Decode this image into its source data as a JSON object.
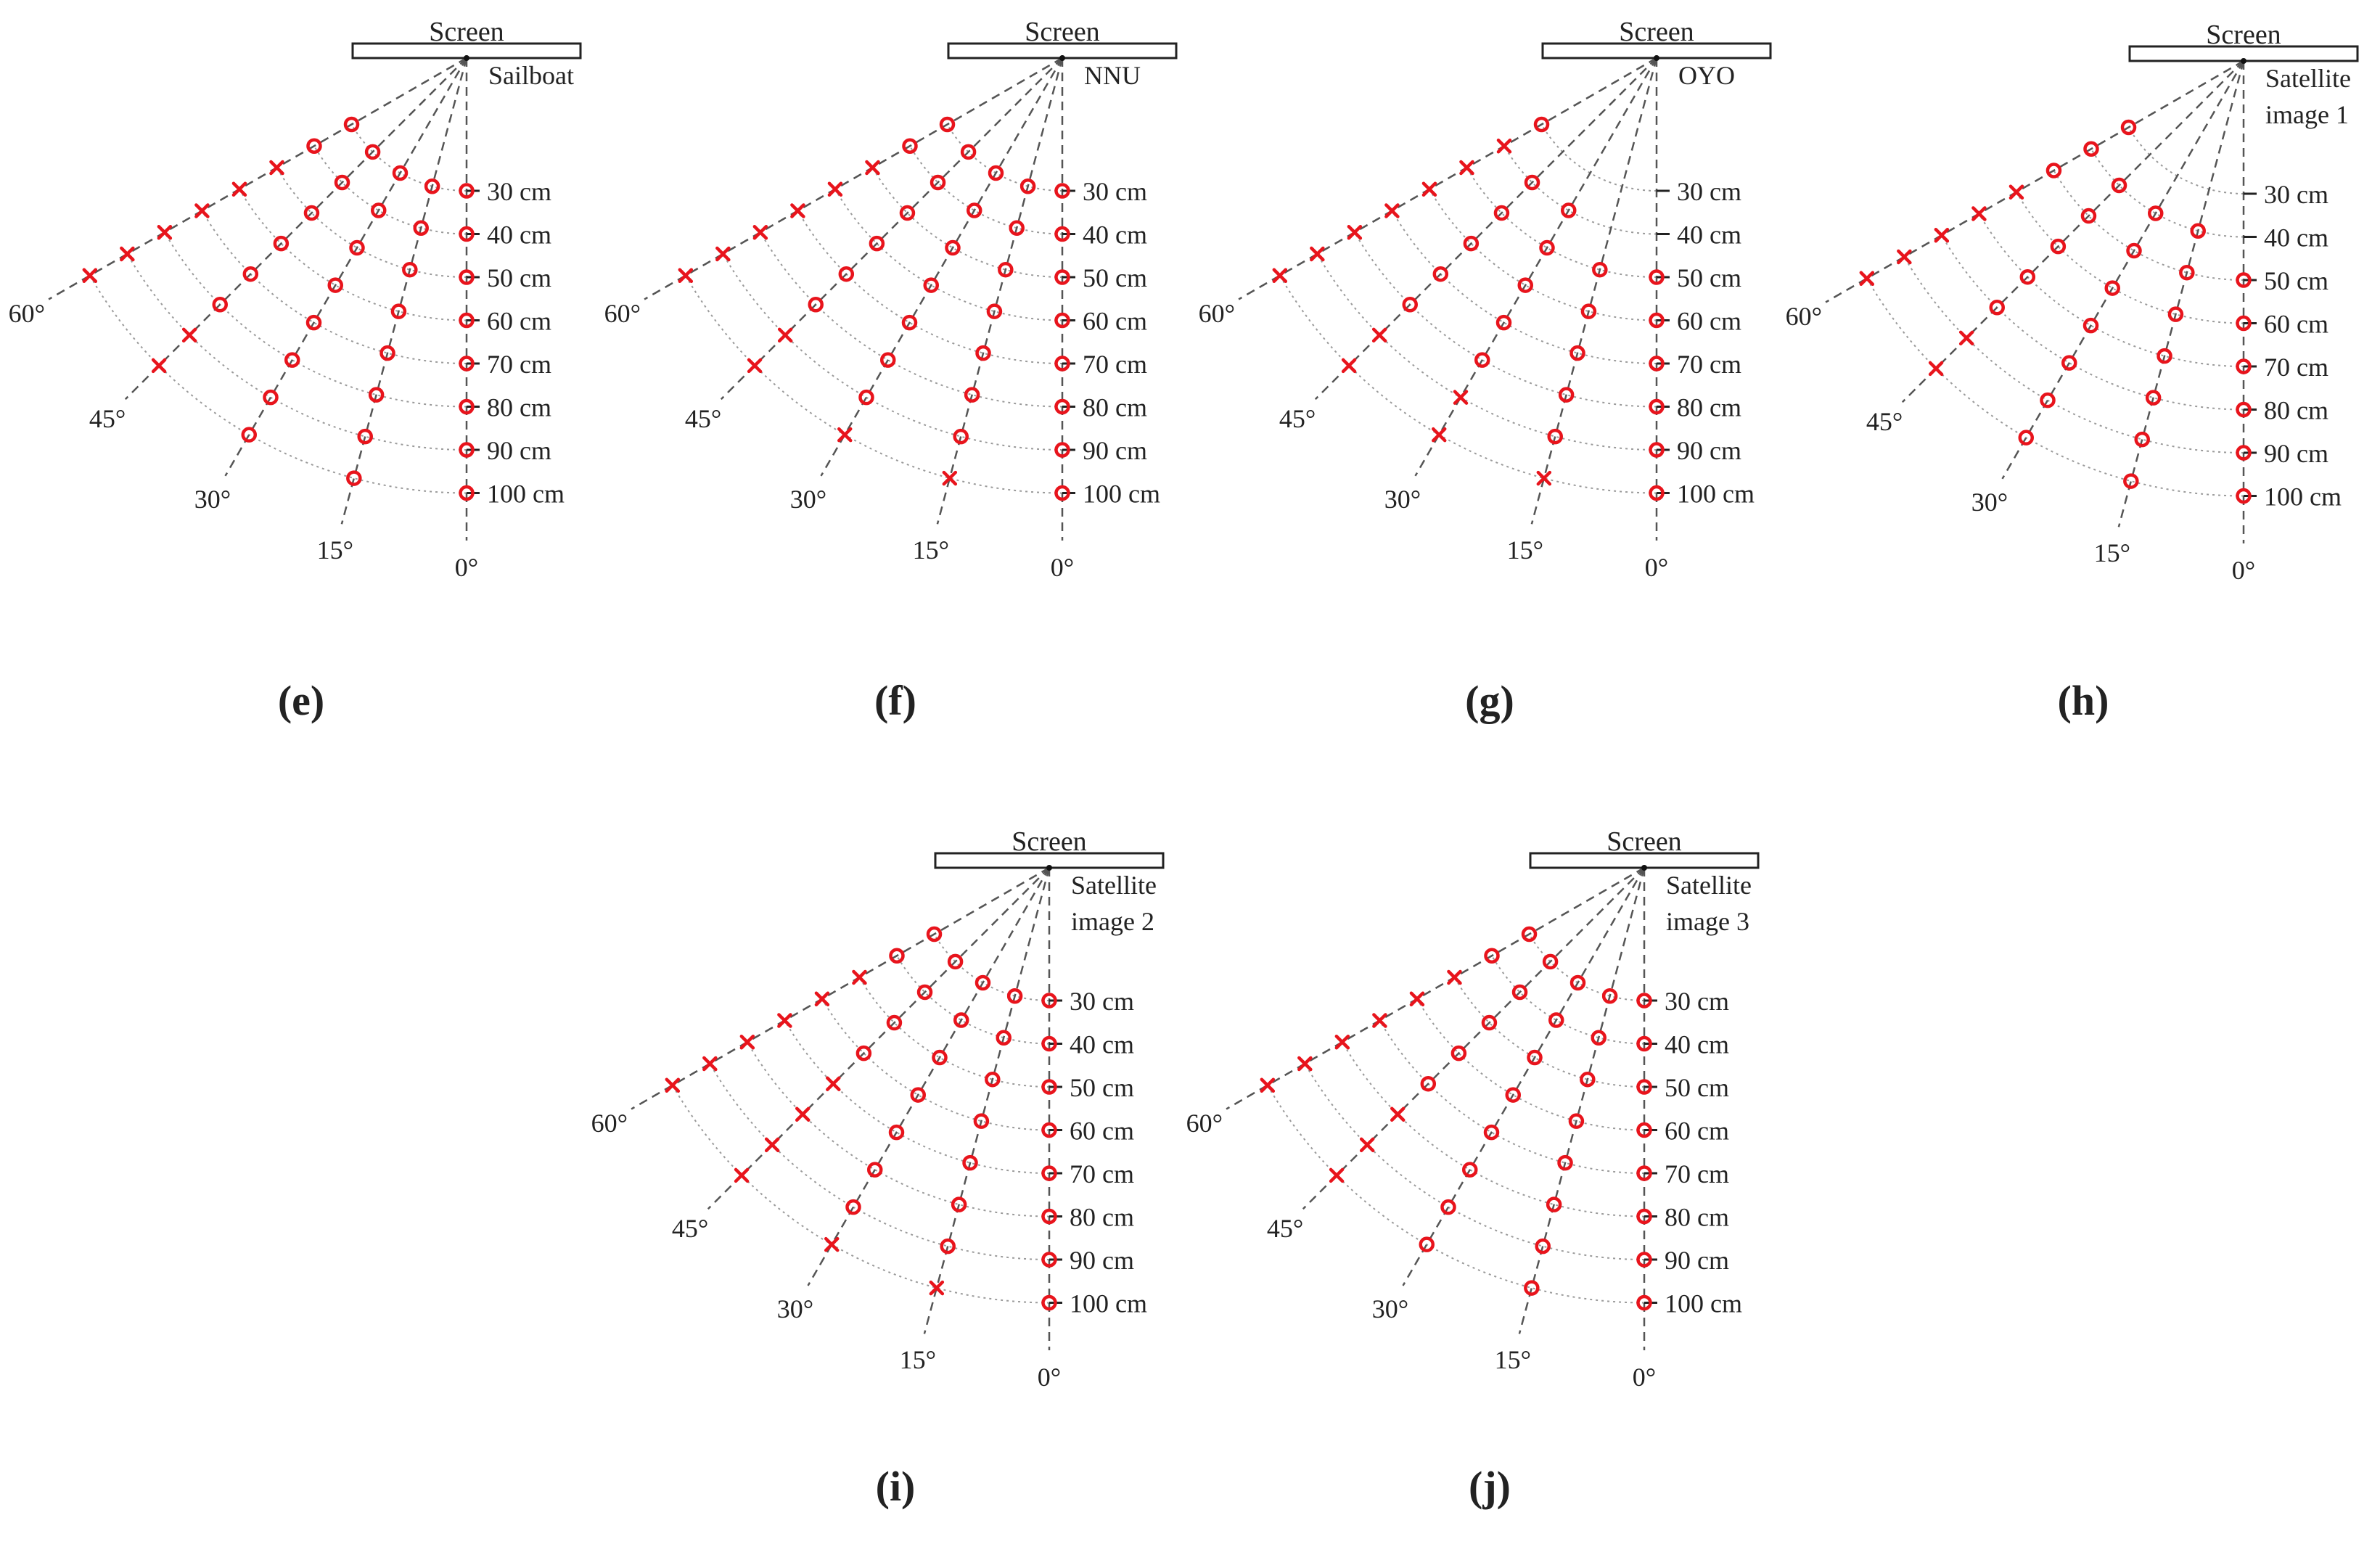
{
  "screen_label": "Screen",
  "angle_labels": [
    "0°",
    "15°",
    "30°",
    "45°",
    "60°"
  ],
  "distance_labels": [
    "30 cm",
    "40 cm",
    "50 cm",
    "60 cm",
    "70 cm",
    "80 cm",
    "90 cm",
    "100 cm"
  ],
  "legend": {
    "detected_symbol": "o",
    "missed_symbol": "x",
    "marker_color": "#e8141c"
  },
  "panels": [
    {
      "caption": "(e)",
      "name_lines": [
        "Sailboat"
      ],
      "results": {
        "0": [
          "o",
          "o",
          "o",
          "o",
          "o",
          "o",
          "o",
          "o"
        ],
        "15": [
          "o",
          "o",
          "o",
          "o",
          "o",
          "o",
          "o",
          "o"
        ],
        "30": [
          "o",
          "o",
          "o",
          "o",
          "o",
          "o",
          "o",
          "o"
        ],
        "45": [
          "o",
          "o",
          "o",
          "o",
          "o",
          "o",
          "x",
          "x"
        ],
        "60": [
          "o",
          "o",
          "x",
          "x",
          "x",
          "x",
          "x",
          "x"
        ]
      }
    },
    {
      "caption": "(f)",
      "name_lines": [
        "NNU"
      ],
      "results": {
        "0": [
          "o",
          "o",
          "o",
          "o",
          "o",
          "o",
          "o",
          "o"
        ],
        "15": [
          "o",
          "o",
          "o",
          "o",
          "o",
          "o",
          "o",
          "x"
        ],
        "30": [
          "o",
          "o",
          "o",
          "o",
          "o",
          "o",
          "o",
          "x"
        ],
        "45": [
          "o",
          "o",
          "o",
          "o",
          "o",
          "o",
          "x",
          "x"
        ],
        "60": [
          "o",
          "o",
          "x",
          "x",
          "x",
          "x",
          "x",
          "x"
        ]
      }
    },
    {
      "caption": "(g)",
      "name_lines": [
        "OYO"
      ],
      "results": {
        "0": [
          "-",
          "-",
          "o",
          "o",
          "o",
          "o",
          "o",
          "o"
        ],
        "15": [
          "-",
          "-",
          "o",
          "o",
          "o",
          "o",
          "o",
          "x"
        ],
        "30": [
          "-",
          "o",
          "o",
          "o",
          "o",
          "o",
          "x",
          "x"
        ],
        "45": [
          "-",
          "o",
          "o",
          "o",
          "o",
          "o",
          "x",
          "x"
        ],
        "60": [
          "o",
          "x",
          "x",
          "x",
          "x",
          "x",
          "x",
          "x"
        ]
      }
    },
    {
      "caption": "(h)",
      "name_lines": [
        "Satellite",
        "image 1"
      ],
      "results": {
        "0": [
          "-",
          "-",
          "o",
          "o",
          "o",
          "o",
          "o",
          "o"
        ],
        "15": [
          "-",
          "o",
          "o",
          "o",
          "o",
          "o",
          "o",
          "o"
        ],
        "30": [
          "-",
          "o",
          "o",
          "o",
          "o",
          "o",
          "o",
          "o"
        ],
        "45": [
          "-",
          "o",
          "o",
          "o",
          "o",
          "o",
          "x",
          "x"
        ],
        "60": [
          "o",
          "o",
          "o",
          "x",
          "x",
          "x",
          "x",
          "x"
        ]
      }
    },
    {
      "caption": "(i)",
      "name_lines": [
        "Satellite",
        "image 2"
      ],
      "results": {
        "0": [
          "o",
          "o",
          "o",
          "o",
          "o",
          "o",
          "o",
          "o"
        ],
        "15": [
          "o",
          "o",
          "o",
          "o",
          "o",
          "o",
          "o",
          "x"
        ],
        "30": [
          "o",
          "o",
          "o",
          "o",
          "o",
          "o",
          "o",
          "x"
        ],
        "45": [
          "o",
          "o",
          "o",
          "o",
          "x",
          "x",
          "x",
          "x"
        ],
        "60": [
          "o",
          "o",
          "x",
          "x",
          "x",
          "x",
          "x",
          "x"
        ]
      }
    },
    {
      "caption": "(j)",
      "name_lines": [
        "Satellite",
        "image 3"
      ],
      "results": {
        "0": [
          "o",
          "o",
          "o",
          "o",
          "o",
          "o",
          "o",
          "o"
        ],
        "15": [
          "o",
          "o",
          "o",
          "o",
          "o",
          "o",
          "o",
          "o"
        ],
        "30": [
          "o",
          "o",
          "o",
          "o",
          "o",
          "o",
          "o",
          "o"
        ],
        "45": [
          "o",
          "o",
          "o",
          "o",
          "o",
          "x",
          "x",
          "x"
        ],
        "60": [
          "o",
          "o",
          "x",
          "x",
          "x",
          "x",
          "x",
          "x"
        ]
      }
    }
  ]
}
